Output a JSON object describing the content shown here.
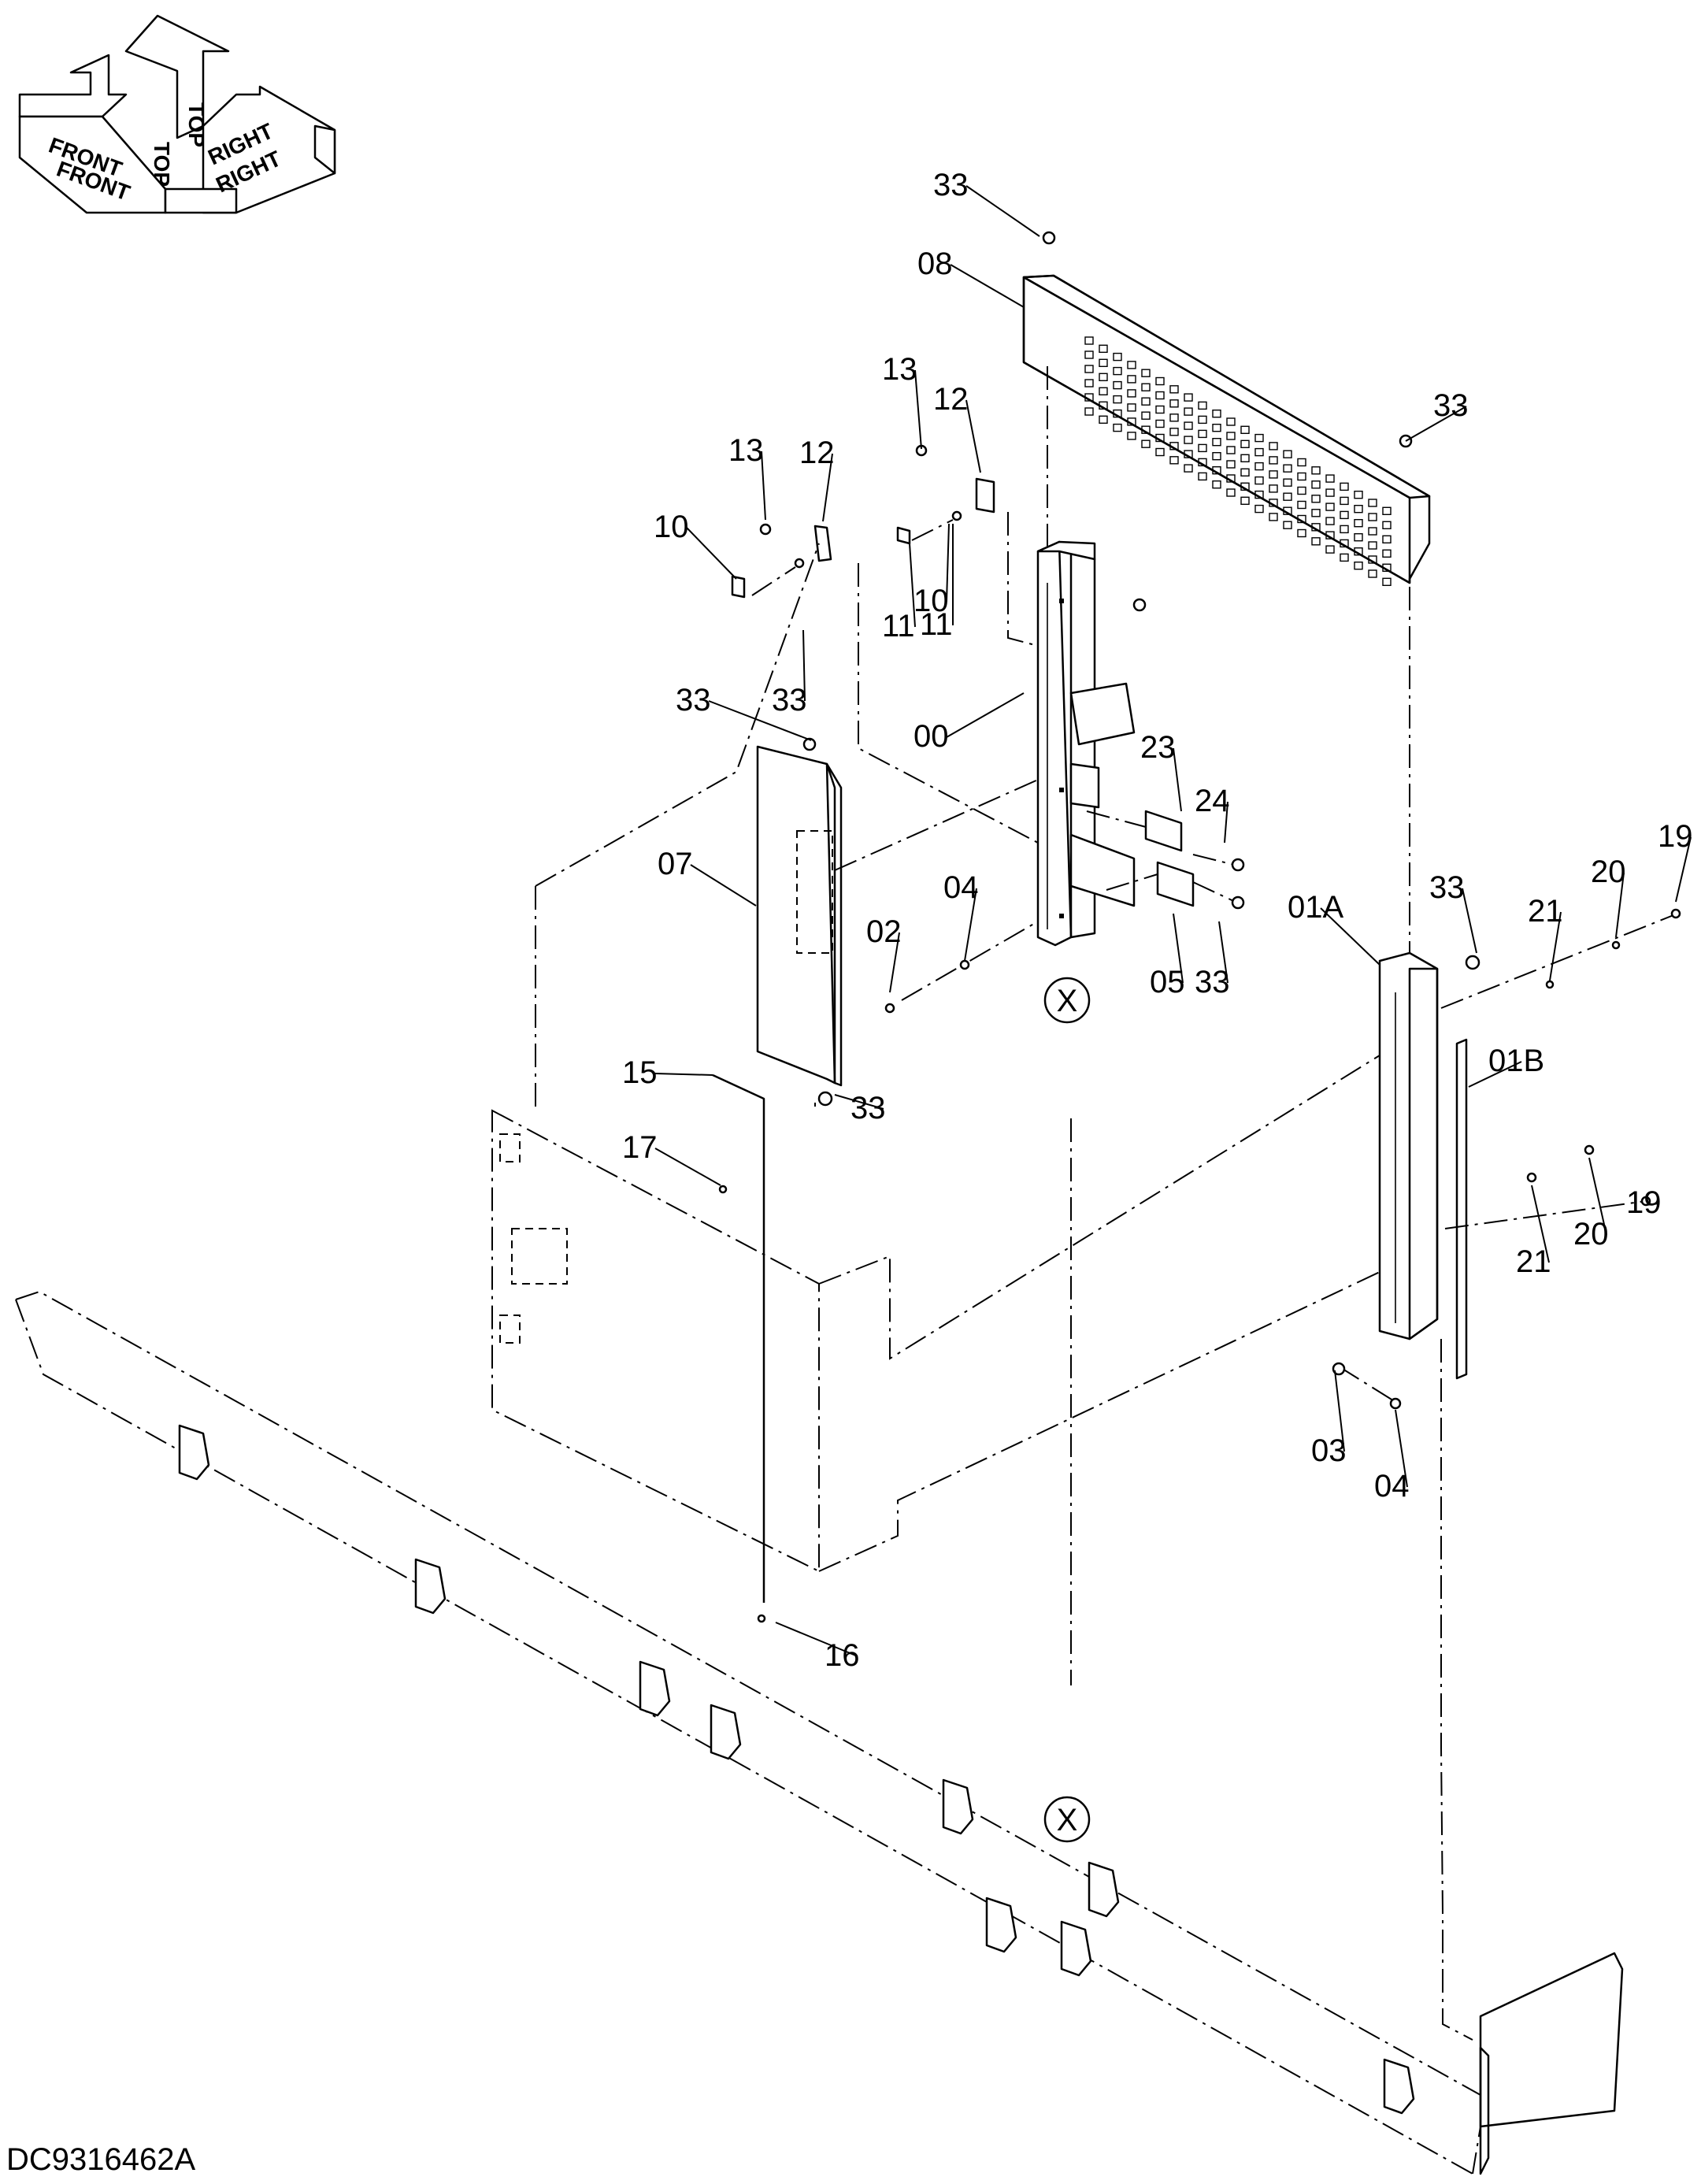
{
  "drawing_id": "DC9316462A",
  "orientation": {
    "front": "FRONT",
    "top": "TOP",
    "right": "RIGHT"
  },
  "view_marker": "X",
  "callouts": [
    "33",
    "08",
    "33",
    "13",
    "12",
    "13",
    "12",
    "10",
    "11",
    "10",
    "11",
    "33",
    "33",
    "00",
    "07",
    "23",
    "24",
    "04",
    "02",
    "05",
    "33",
    "01A",
    "33",
    "21",
    "20",
    "19",
    "01B",
    "15",
    "33",
    "17",
    "19",
    "21",
    "20",
    "03",
    "04",
    "16"
  ]
}
